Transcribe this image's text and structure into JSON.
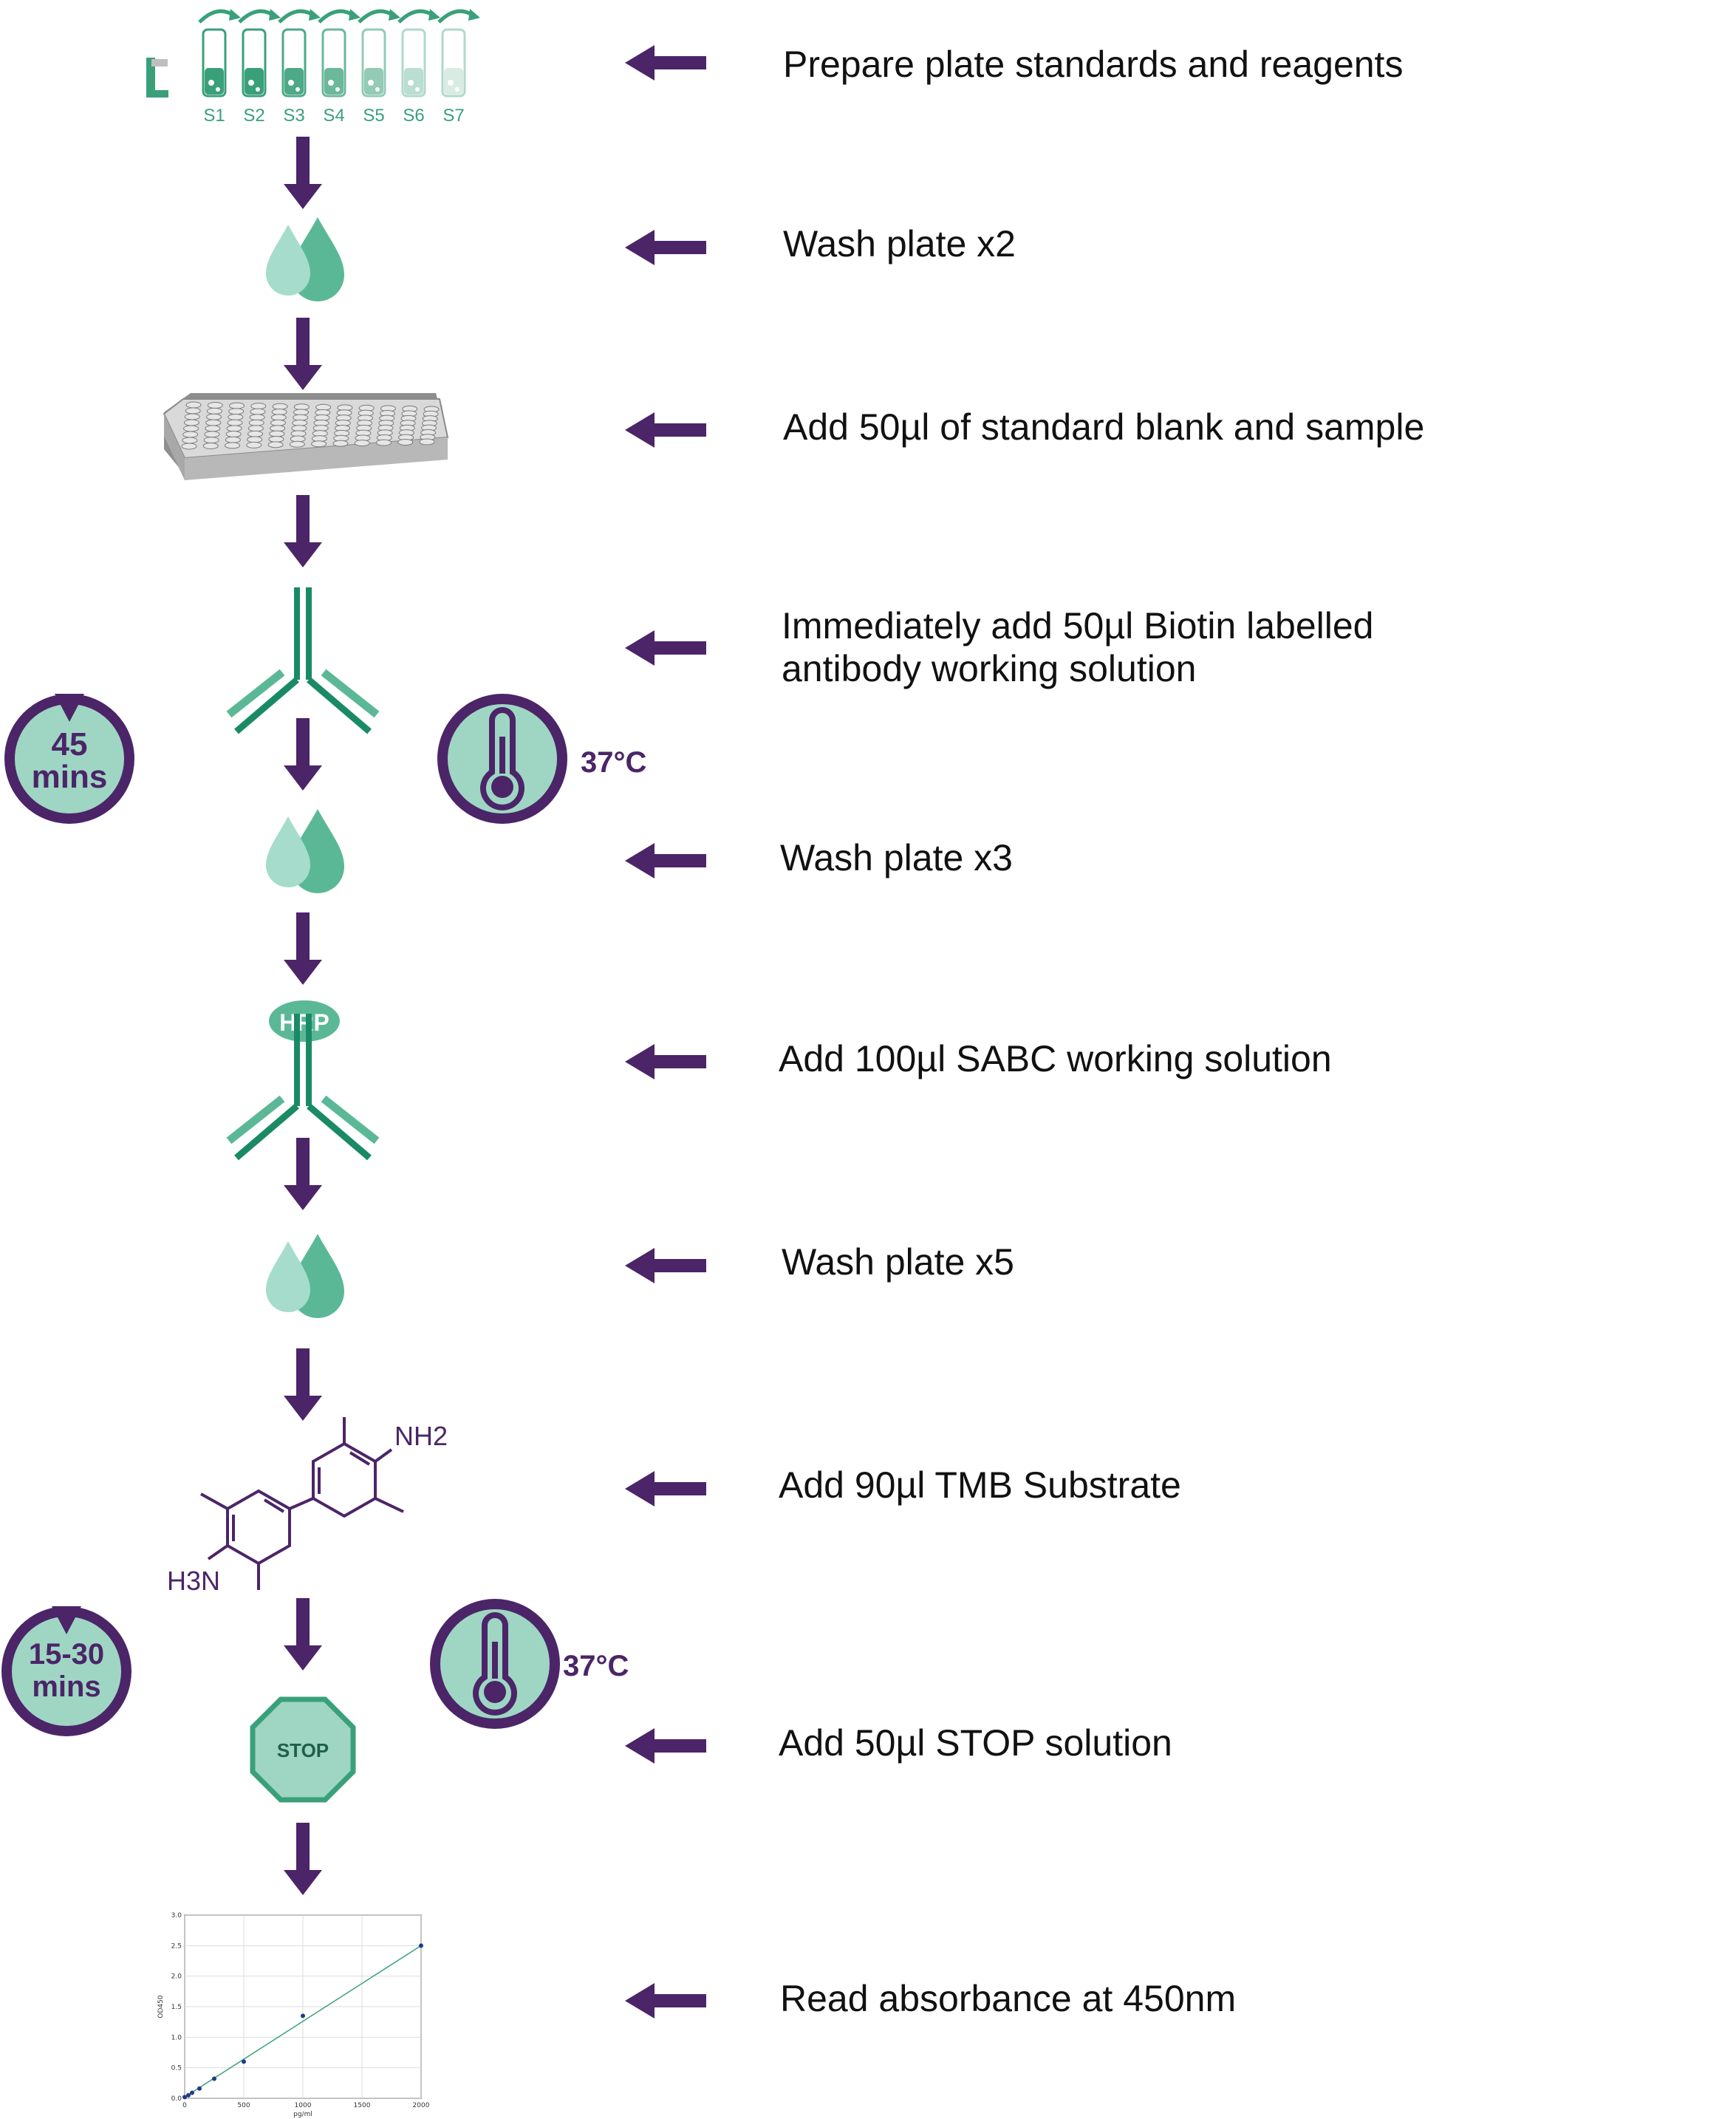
{
  "standards": {
    "labels": [
      "S1",
      "S2",
      "S3",
      "S4",
      "S5",
      "S6",
      "S7"
    ]
  },
  "steps": [
    {
      "text": "Prepare plate standards and reagents"
    },
    {
      "text": "Wash plate x2"
    },
    {
      "text": "Add 50µl of standard blank and sample"
    },
    {
      "text": "Immediately add 50µl Biotin labelled",
      "text2": "antibody working solution"
    },
    {
      "text": "Wash plate x3"
    },
    {
      "text": "Add 100µl SABC working solution"
    },
    {
      "text": "Wash plate x5"
    },
    {
      "text": "Add 90µl TMB Substrate"
    },
    {
      "text": "Add 50µl STOP solution"
    },
    {
      "text": "Read absorbance at 450nm"
    }
  ],
  "incubations": [
    {
      "time_line1": "45",
      "time_line2": "mins",
      "temperature": "37°C"
    },
    {
      "time_line1": "15-30",
      "time_line2": "mins",
      "temperature": "37°C"
    }
  ],
  "hrp_label": "HRP",
  "stop_label": "STOP",
  "tmb": {
    "amine_top": "NH2",
    "amine_bottom": "H3N"
  },
  "colors": {
    "arrow": "#4b2568",
    "teal": "#3aa07a",
    "teal_light": "#9dd6c4",
    "teal_dark": "#1a8a66"
  },
  "icons": [
    "standards-tubes-icon",
    "water-drops-icon",
    "microplate-icon",
    "antibody-icon",
    "hrp-antibody-icon",
    "tmb-molecule-icon",
    "stop-sign-icon",
    "timer-icon",
    "thermometer-icon",
    "standard-curve-chart"
  ],
  "chart_data": {
    "type": "scatter",
    "title": "",
    "xlabel": "pg/ml",
    "ylabel": "OD450",
    "xlim": [
      0,
      2000
    ],
    "ylim": [
      0,
      3.0
    ],
    "xticks": [
      0,
      500,
      1000,
      1500,
      2000
    ],
    "yticks": [
      0.0,
      0.5,
      1.0,
      1.5,
      2.0,
      2.5,
      3.0
    ],
    "grid": true,
    "x": [
      0,
      31.25,
      62.5,
      125,
      250,
      500,
      1000,
      2000
    ],
    "y": [
      0.02,
      0.05,
      0.09,
      0.16,
      0.32,
      0.6,
      1.35,
      2.5
    ]
  }
}
